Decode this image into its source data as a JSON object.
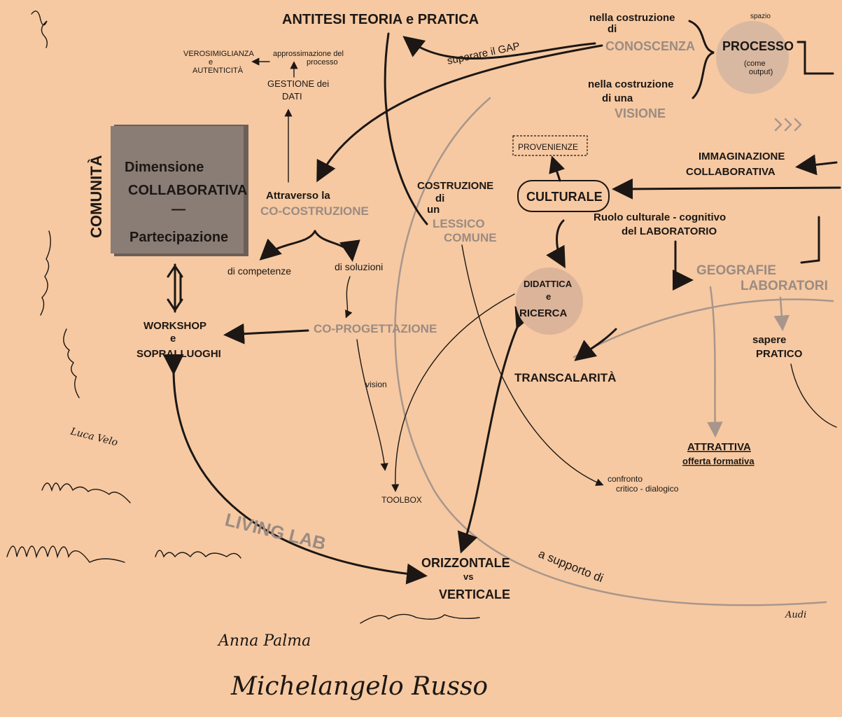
{
  "title": "ANTITESI TEORIA e PRATICA",
  "nodes": {
    "superare_gap": "superare il GAP",
    "verosimiglianza": [
      "VEROSIMIGLIANZA",
      "e",
      "AUTENTICITÀ"
    ],
    "approssimazione": [
      "approssimazione del",
      "processo"
    ],
    "gestione_dati": [
      "GESTIONE dei",
      "DATI"
    ],
    "nella_costruzione_di": [
      "nella costruzione",
      "di"
    ],
    "conoscenza": "CONOSCENZA",
    "nella_costruzione_visione": [
      "nella costruzione",
      "di una"
    ],
    "visione": "VISIONE",
    "processo": "PROCESSO",
    "processo_sub": [
      "(come",
      "output)"
    ],
    "processo_note": "spazio",
    "collab_box": [
      "Dimensione",
      "COLLABORATIVA",
      "—",
      "Partecipazione"
    ],
    "comunita": "COMUNITÀ",
    "attraverso_la": "Attraverso la",
    "co_costruzione": "CO-COSTRUZIONE",
    "di_competenze": "di competenze",
    "di_soluzioni": "di soluzioni",
    "workshop": [
      "WORKSHOP",
      "e",
      "SOPRALLUOGHI"
    ],
    "co_progettazione": "CO-PROGETTAZIONE",
    "vision": "vision",
    "toolbox": "TOOLBOX",
    "costruzione_lessico": [
      "COSTRUZIONE",
      "di",
      "un"
    ],
    "lessico_comune": [
      "LESSICO",
      "COMUNE"
    ],
    "provenienze": "PROVENIENZE",
    "culturale": "CULTURALE",
    "immaginazione": [
      "IMMAGINAZIONE",
      "COLLABORATIVA"
    ],
    "ruolo": [
      "Ruolo culturale - cognitivo",
      "del LABORATORIO"
    ],
    "geografie": [
      "GEOGRAFIE",
      "LABORATORI"
    ],
    "didattica": [
      "DIDATTICA",
      "e",
      "RICERCA"
    ],
    "transcalarita": "TRANSCALARITÀ",
    "sapere_pratico": [
      "sapere",
      "PRATICO"
    ],
    "attrattiva": [
      "ATTRATTIVA",
      "offerta formativa"
    ],
    "confronto": [
      "confronto",
      "critico - dialogico"
    ],
    "living_lab": "LIVING LAB",
    "orizzontale": [
      "ORIZZONTALE",
      "vs",
      "VERTICALE"
    ],
    "a_supporto": "a supporto di",
    "audi": "Audi"
  },
  "signatures": [
    "Luca Velo",
    "Michelangelo Russo",
    "Anna Palma"
  ]
}
